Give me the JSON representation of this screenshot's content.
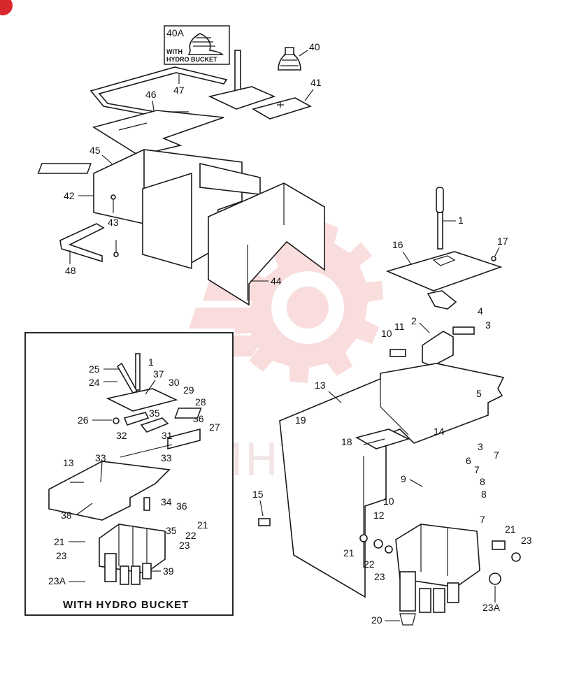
{
  "watermark": {
    "text": "ИНТЕХ",
    "color": "#f2b8b8"
  },
  "inset": {
    "caption": "WITH HYDRO BUCKET"
  },
  "note_box": {
    "label": "40A",
    "line1": "WITH",
    "line2": "HYDRO BUCKET"
  },
  "callouts": {
    "c1": "1",
    "c2": "2",
    "c3a": "3",
    "c3b": "3",
    "c4": "4",
    "c5": "5",
    "c6": "6",
    "c7a": "7",
    "c7b": "7",
    "c7c": "7",
    "c8a": "8",
    "c8b": "8",
    "c9": "9",
    "c10a": "10",
    "c10b": "10",
    "c11": "11",
    "c12": "12",
    "c13": "13",
    "c14": "14",
    "c15": "15",
    "c16": "16",
    "c17": "17",
    "c18": "18",
    "c19": "19",
    "c20": "20",
    "c21a": "21",
    "c21b": "21",
    "c22": "22",
    "c23a": "23",
    "c23b": "23",
    "c23A": "23A",
    "c40": "40",
    "c41": "41",
    "c42": "42",
    "c43": "43",
    "c44": "44",
    "c45": "45",
    "c46": "46",
    "c47": "47",
    "c48": "48",
    "i1": "1",
    "i13": "13",
    "i21a": "21",
    "i21b": "21",
    "i22": "22",
    "i23a": "23",
    "i23b": "23",
    "i23A": "23A",
    "i24": "24",
    "i25": "25",
    "i26": "26",
    "i27": "27",
    "i28": "28",
    "i29": "29",
    "i30": "30",
    "i31": "31",
    "i32": "32",
    "i33a": "33",
    "i33b": "33",
    "i34": "34",
    "i35a": "35",
    "i35b": "35",
    "i36a": "36",
    "i36b": "36",
    "i37": "37",
    "i38": "38",
    "i39": "39"
  }
}
